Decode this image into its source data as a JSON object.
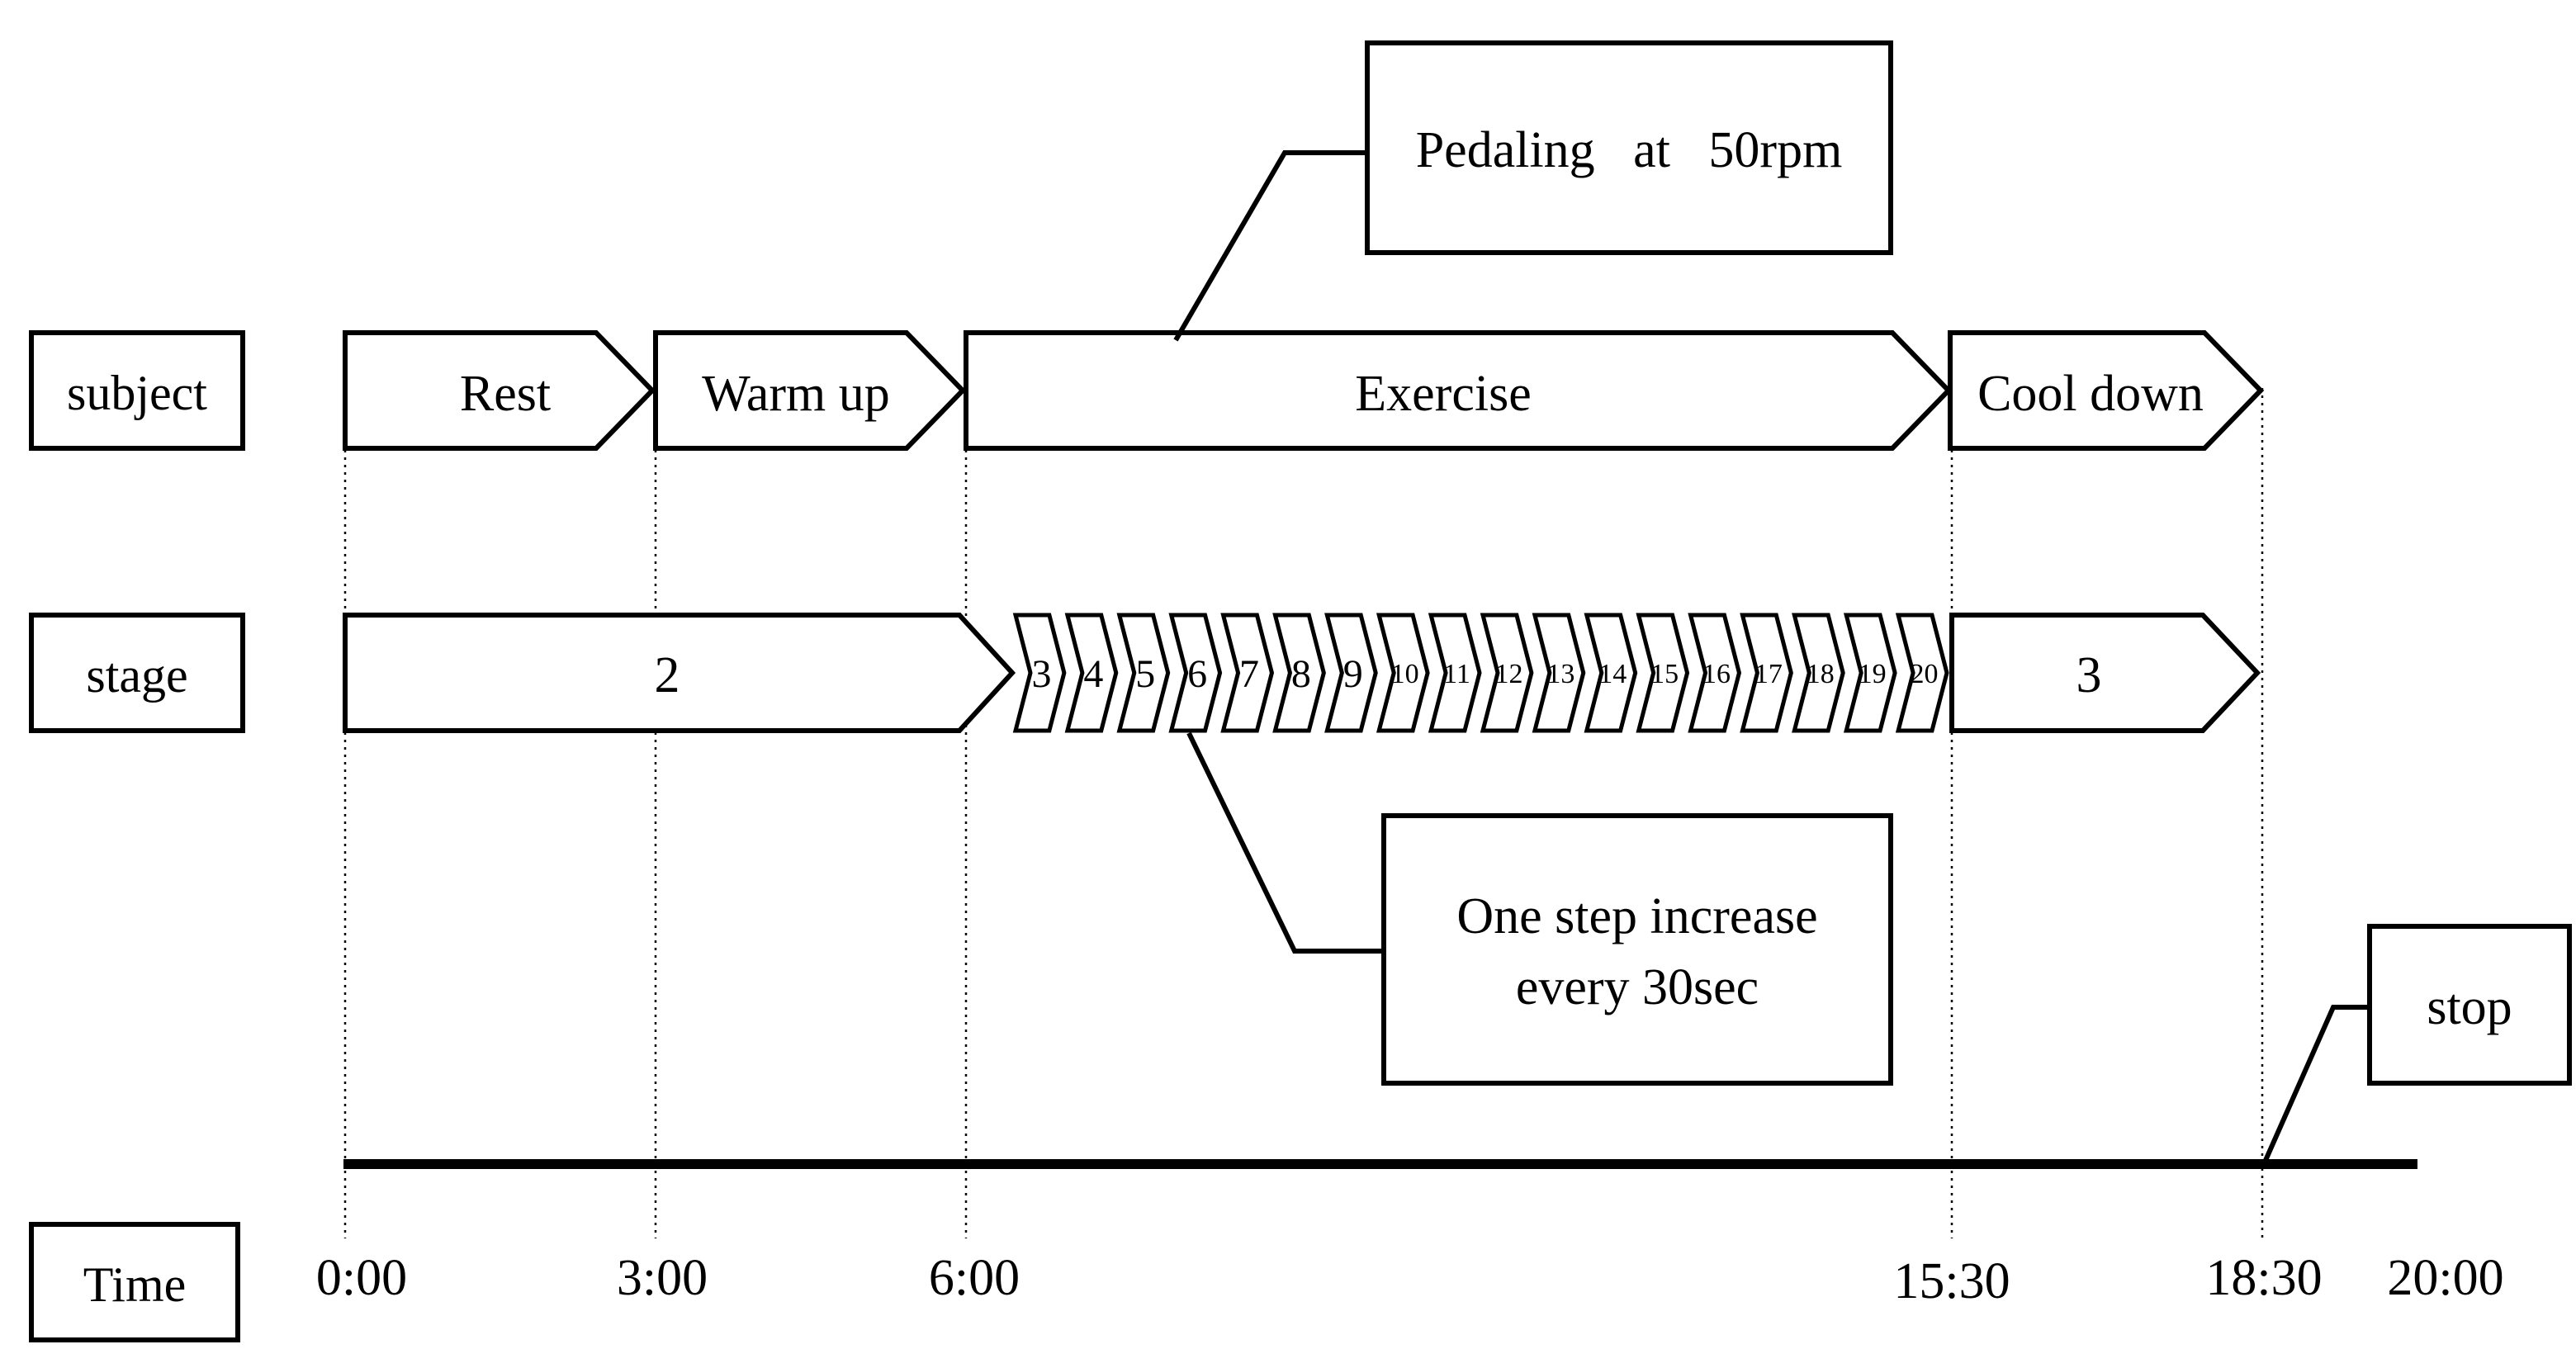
{
  "row_labels": {
    "subject": "subject",
    "stage": "stage",
    "time": "Time"
  },
  "subject_phases": [
    {
      "label": "Rest",
      "start": "0:00",
      "end": "3:00"
    },
    {
      "label": "Warm up",
      "start": "3:00",
      "end": "6:00"
    },
    {
      "label": "Exercise",
      "start": "6:00",
      "end": "15:30"
    },
    {
      "label": "Cool down",
      "start": "15:30",
      "end": "18:30"
    }
  ],
  "stage_initial": "2",
  "stage_steps": [
    "3",
    "4",
    "5",
    "6",
    "7",
    "8",
    "9",
    "10",
    "11",
    "12",
    "13",
    "14",
    "15",
    "16",
    "17",
    "18",
    "19",
    "20"
  ],
  "stage_final": "3",
  "callouts": {
    "pedaling": "Pedaling   at   50rpm",
    "increase_line1": "One step increase",
    "increase_line2": "every 30sec",
    "stop": "stop"
  },
  "time_ticks": [
    "0:00",
    "3:00",
    "6:00",
    "15:30",
    "18:30",
    "20:00"
  ]
}
